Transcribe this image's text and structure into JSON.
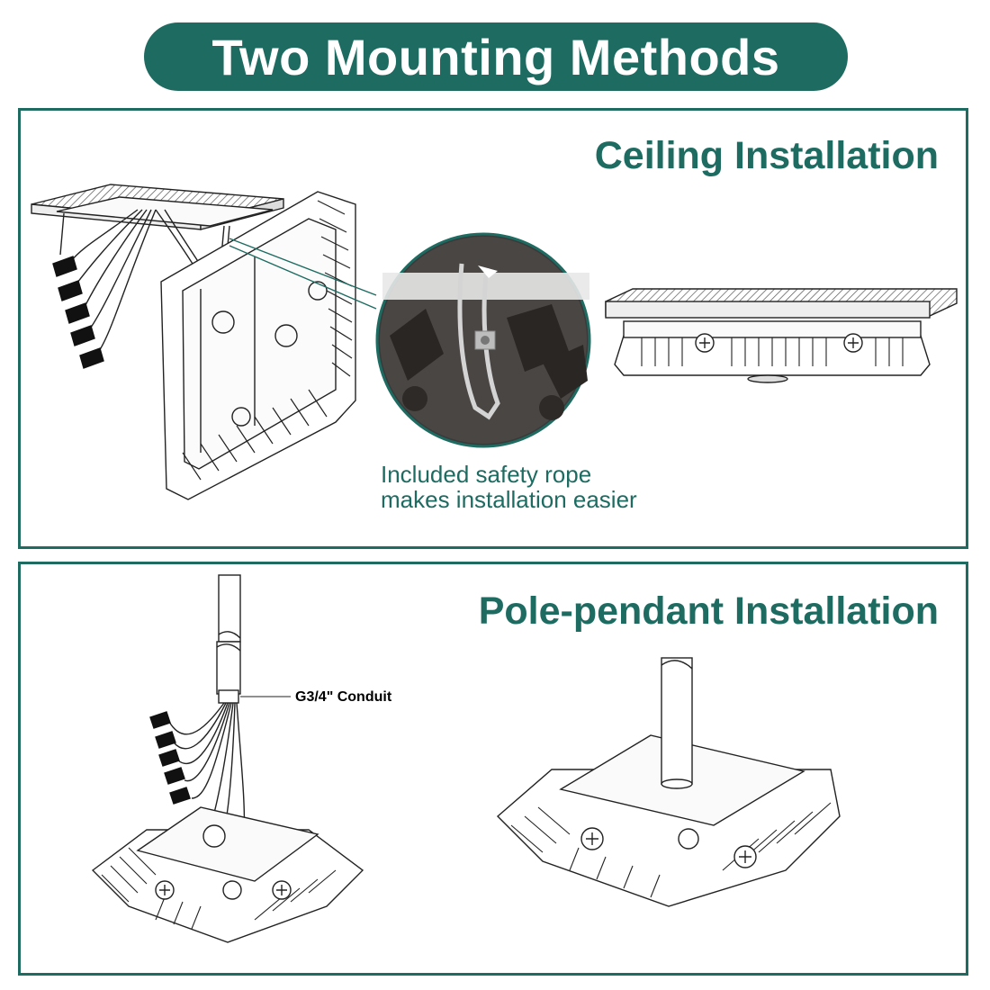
{
  "title": "Two Mounting Methods",
  "ceiling": {
    "heading": "Ceiling Installation",
    "caption_line1": "Included safety rope",
    "caption_line2": "makes installation easier"
  },
  "pole": {
    "heading": "Pole-pendant Installation",
    "conduit_label": "G3/4\" Conduit"
  },
  "colors": {
    "accent": "#1d6b61",
    "line": "#222222"
  }
}
